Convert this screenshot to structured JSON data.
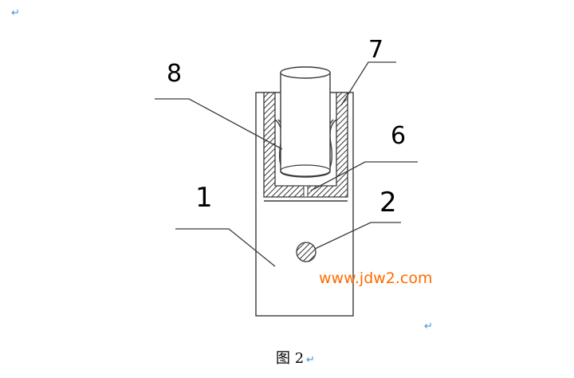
{
  "labels": {
    "l1": "1",
    "l2": "2",
    "l6": "6",
    "l7": "7",
    "l8": "8"
  },
  "watermark": "www.jdw2.com",
  "caption": "图 2",
  "paragraph_marks": [
    "↵",
    "↵",
    "↵"
  ],
  "colors": {
    "line": "#3a3a3a",
    "watermark": "#ff6a00",
    "paragraph_mark": "#4a90d9"
  }
}
